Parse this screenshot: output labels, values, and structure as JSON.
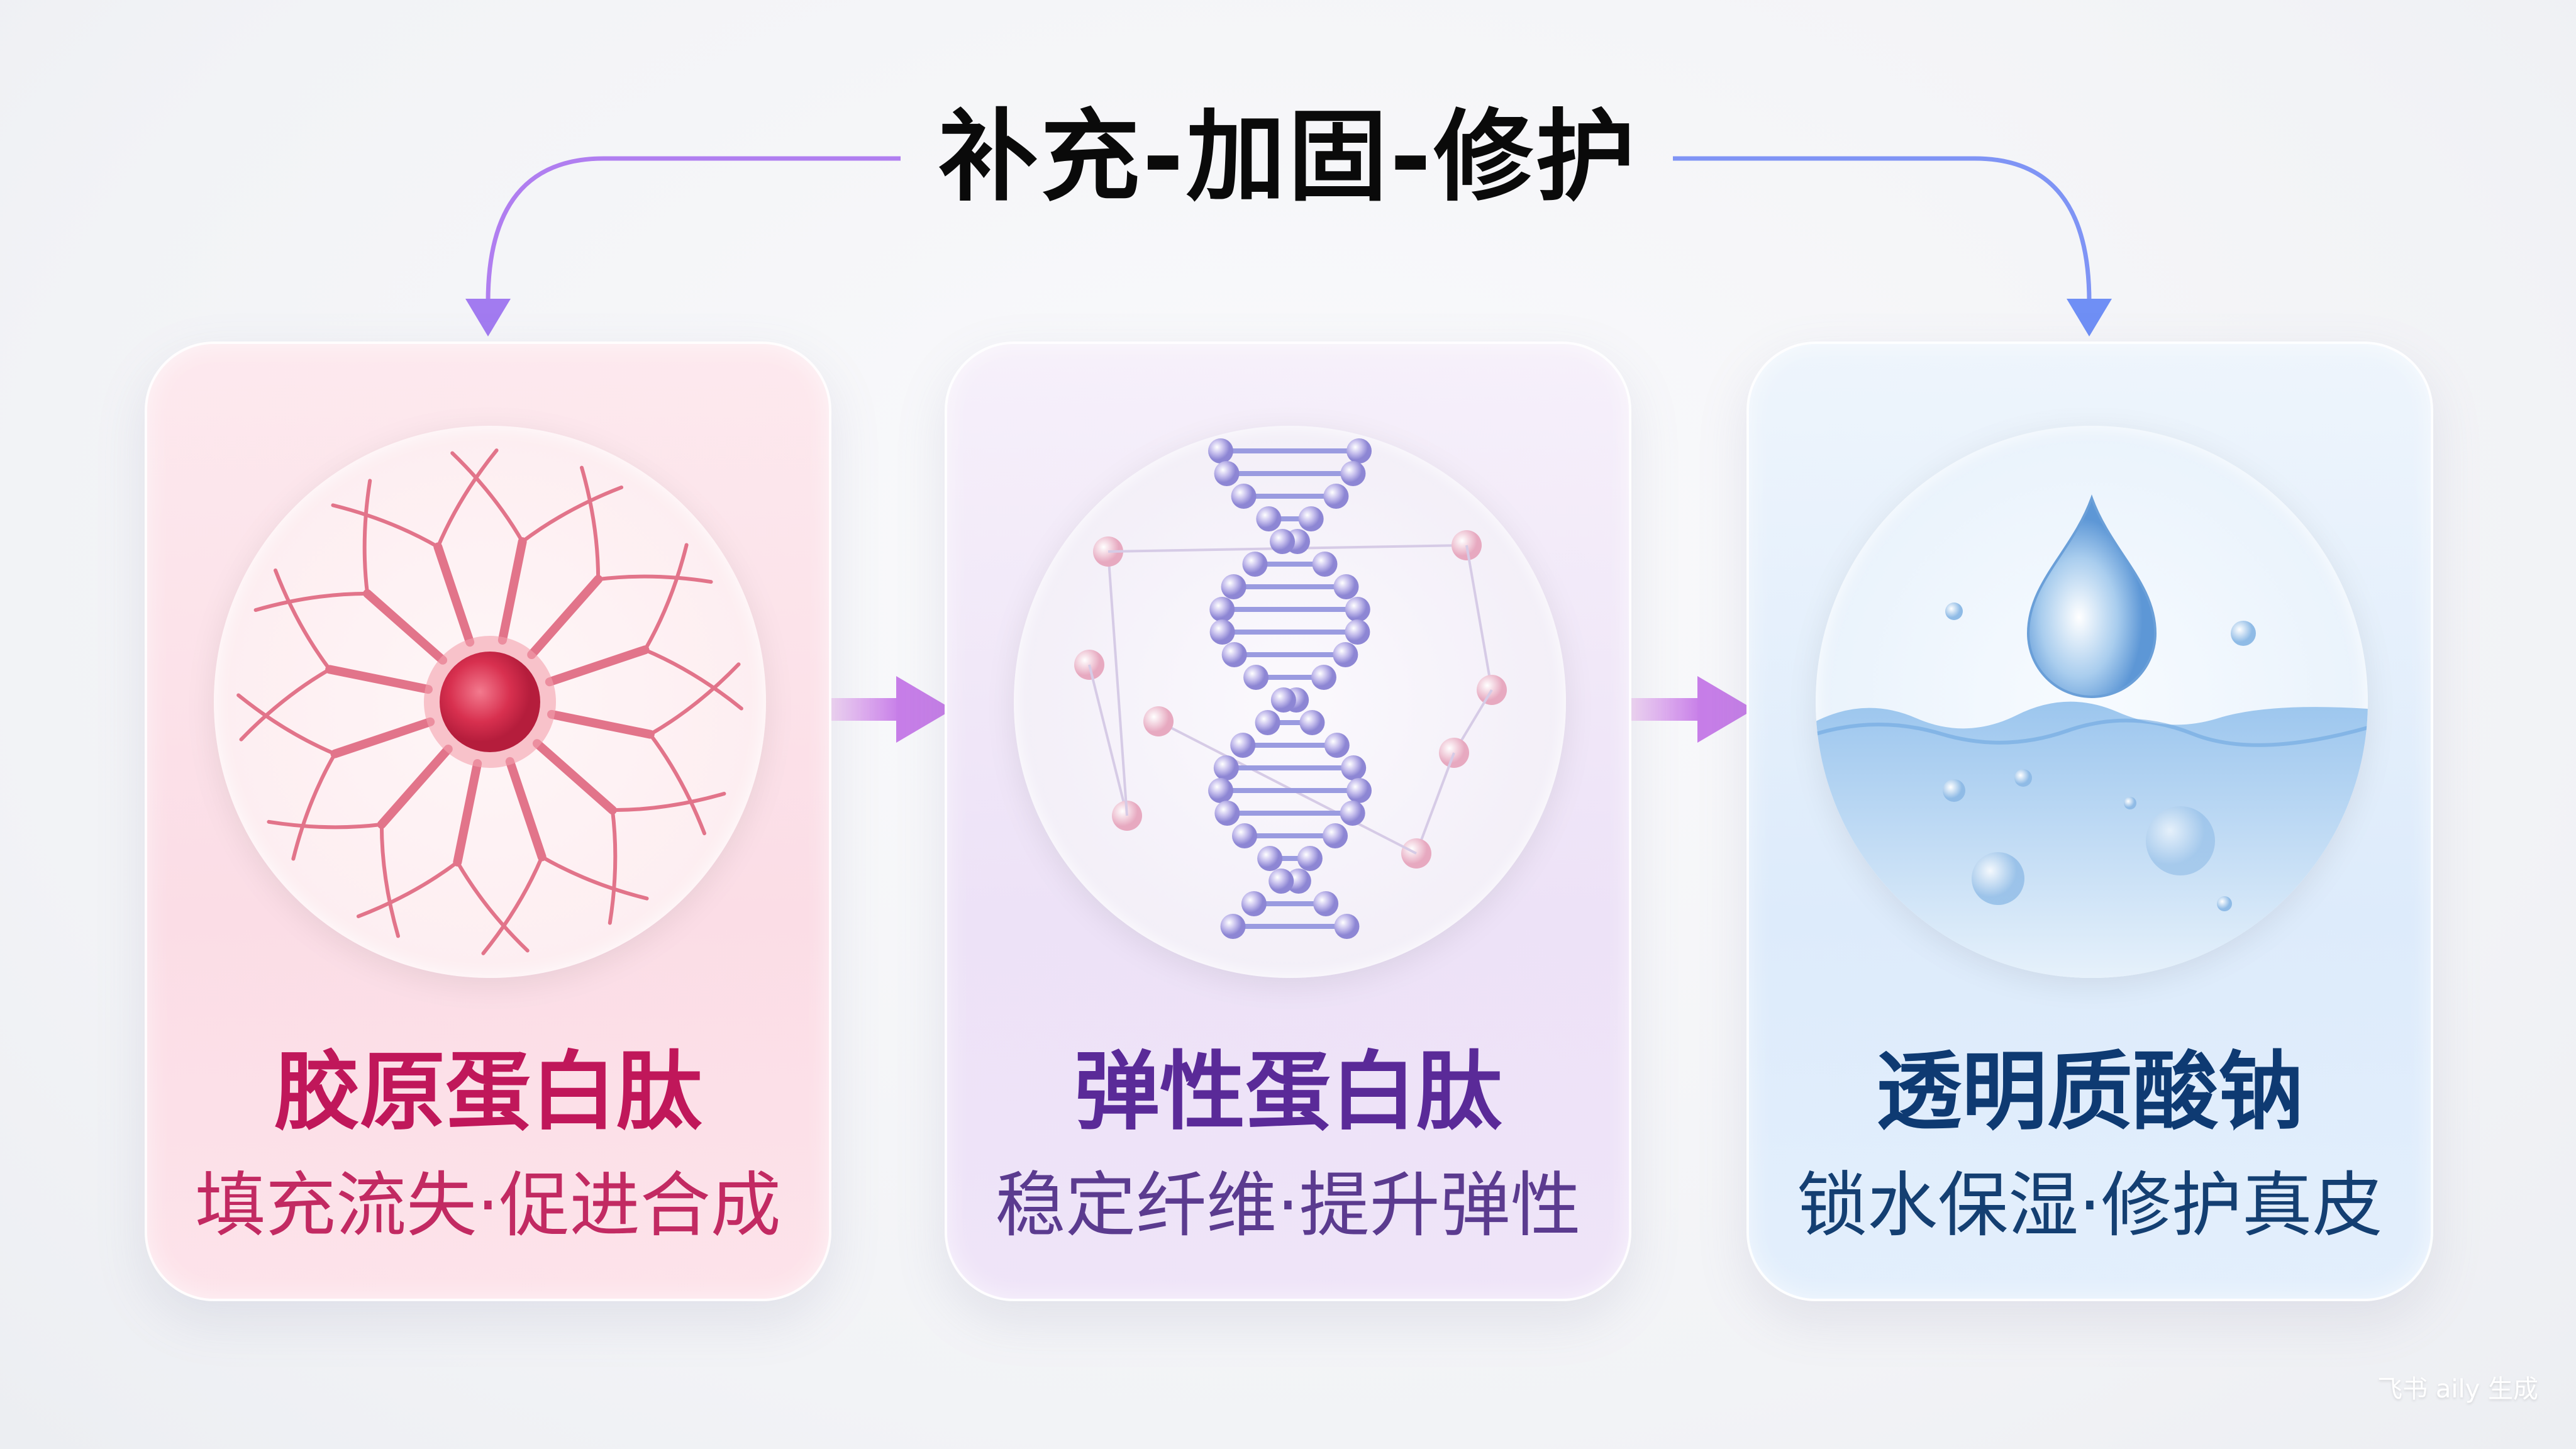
{
  "title": "补充-加固-修护",
  "cards": [
    {
      "name": "胶原蛋白肽",
      "desc": "填充流失·促进合成",
      "illustration": "cell-icon",
      "color": "#c0175a"
    },
    {
      "name": "弹性蛋白肽",
      "desc": "稳定纤维·提升弹性",
      "illustration": "dna-icon",
      "color": "#5a2a98"
    },
    {
      "name": "透明质酸钠",
      "desc": "锁水保湿·修护真皮",
      "illustration": "water-drop-icon",
      "color": "#0e3a72"
    }
  ],
  "watermark": "飞书 aily 生成",
  "colors": {
    "arrow_left": "#b07ef0",
    "arrow_right": "#7a9cf5",
    "flow_arrow": "#c77ee8"
  }
}
